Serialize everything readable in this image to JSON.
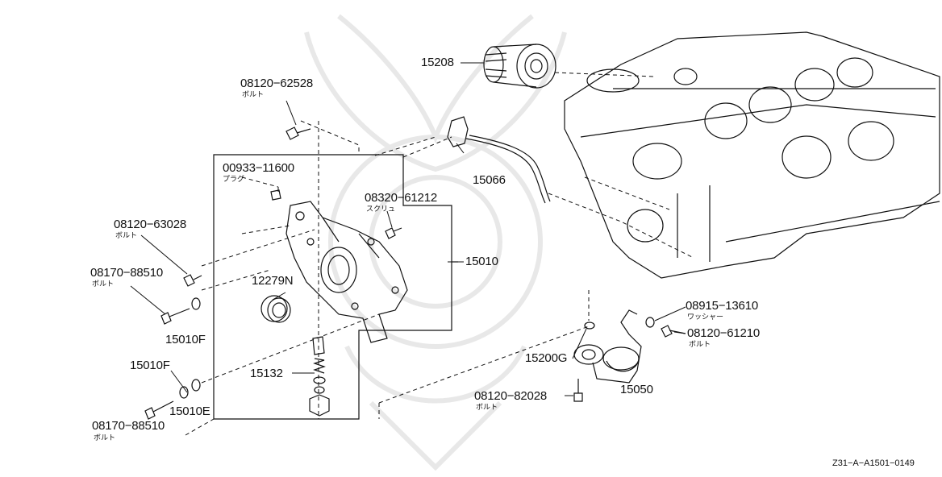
{
  "parts": {
    "p15208": "15208",
    "p08120_62528": "08120−62528",
    "p08120_62528_sub": "ボルト",
    "p00933_11600": "00933−11600",
    "p00933_11600_sub": "プラグ",
    "p08320_61212": "08320−61212",
    "p08320_61212_sub": "スクリュ",
    "p15066": "15066",
    "p08120_63028": "08120−63028",
    "p08120_63028_sub": "ボルト",
    "p08170_88510_a": "08170−88510",
    "p08170_88510_a_sub": "ボルト",
    "p12279n": "12279N",
    "p15010": "15010",
    "p15010f_a": "15010F",
    "p15132": "15132",
    "p15010f_b": "15010F",
    "p15010e": "15010E",
    "p08170_88510_b": "08170−88510",
    "p08170_88510_b_sub": "ボルト",
    "p08915_13610": "08915−13610",
    "p08915_13610_sub": "ワッシャー",
    "p08120_61210": "08120−61210",
    "p08120_61210_sub": "ボルト",
    "p15200g": "15200G",
    "p08120_82028": "08120−82028",
    "p08120_82028_sub": "ボルト",
    "p15050": "15050"
  },
  "footer": {
    "reference": "Z31−A−A1501−0149"
  },
  "colors": {
    "ink": "#111111",
    "watermark": "#e6e6e6"
  }
}
